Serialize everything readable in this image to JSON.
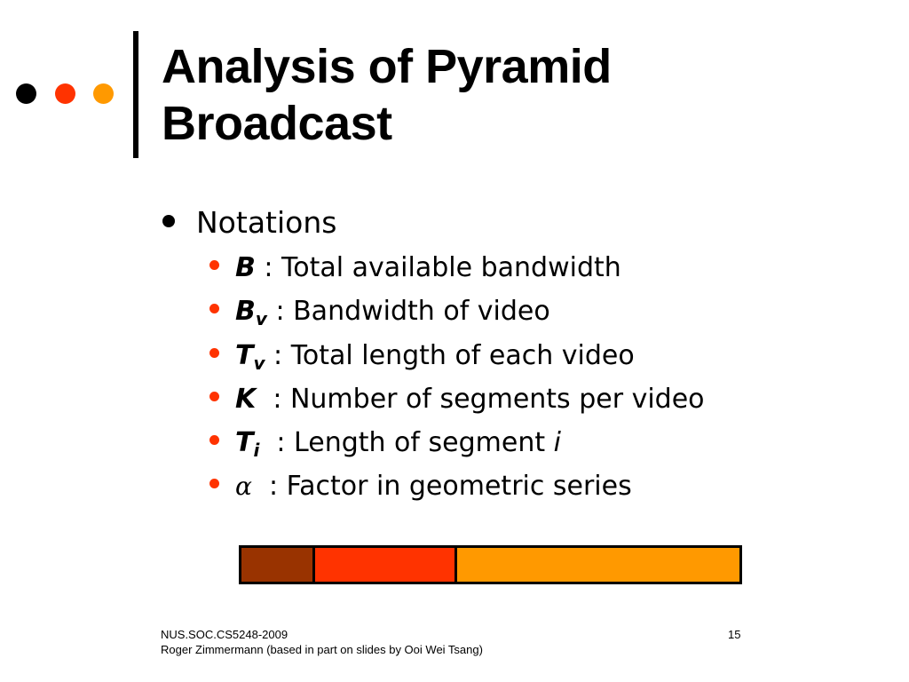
{
  "colors": {
    "dot_black": "#000000",
    "dot_red": "#FF3300",
    "dot_orange": "#FF9900",
    "bullet_orange": "#FF3300",
    "seg1": "#993300",
    "seg2": "#FF3300",
    "seg3": "#FF9900"
  },
  "title": {
    "line1": "Analysis of Pyramid",
    "line2": "Broadcast"
  },
  "main_bullet": "Notations",
  "items": [
    {
      "symbol": "B",
      "sub": "",
      "text": " : Total available bandwidth"
    },
    {
      "symbol": "B",
      "sub": "v",
      "text": " : Bandwidth of video"
    },
    {
      "symbol": "T",
      "sub": "v",
      "text": " : Total length of each video"
    },
    {
      "symbol": "K",
      "sub": "",
      "text": "  : Number of segments per video"
    },
    {
      "symbol": "T",
      "sub": "i",
      "text": "  : Length of segment ",
      "tail": "i"
    },
    {
      "symbol": "α",
      "sub": "",
      "text": "  : Factor in geometric series"
    }
  ],
  "segments": {
    "fractions": [
      0.142,
      0.286,
      0.572
    ]
  },
  "footer": {
    "course": "NUS.SOC.CS5248-2009",
    "author": "Roger Zimmermann (based in part on slides by Ooi Wei Tsang)",
    "page": "15"
  }
}
